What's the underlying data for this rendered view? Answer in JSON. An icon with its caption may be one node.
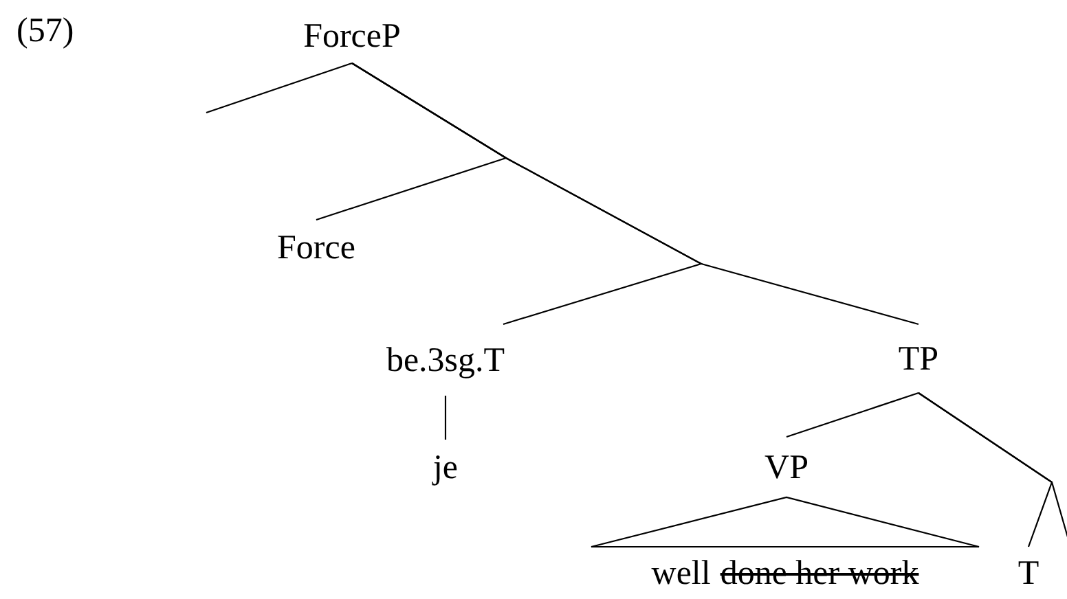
{
  "diagram": {
    "nodes": [
      {
        "text": [
          "ForceP"
        ]
      },
      {
        "text": [
          "Force"
        ]
      },
      {
        "text": [
          "be.3sg.T"
        ]
      },
      {
        "text": [
          "TP"
        ]
      },
      {
        "text": [
          "je"
        ]
      },
      {
        "text": [
          "VP"
        ]
      },
      {
        "text": [
          "well",
          "done her work"
        ]
      },
      {
        "text": [
          "T"
        ]
      }
    ],
    "edges": [
      {
        "from": 0,
        "to": null,
        "arrow": "none"
      },
      {
        "from": 0,
        "to": 1,
        "arrow": "none"
      },
      {
        "from": 0,
        "to": 2,
        "arrow": "none"
      },
      {
        "from": 0,
        "to": 3,
        "arrow": "none"
      },
      {
        "from": 2,
        "to": 4,
        "arrow": "none"
      },
      {
        "from": 3,
        "to": 5,
        "arrow": "none"
      },
      {
        "from": 5,
        "to": 6,
        "arrow": "none"
      },
      {
        "from": 3,
        "to": 7,
        "arrow": "none"
      },
      {
        "from": 3,
        "to": null,
        "arrow": "none"
      }
    ],
    "labels": [
      "(57)"
    ]
  }
}
